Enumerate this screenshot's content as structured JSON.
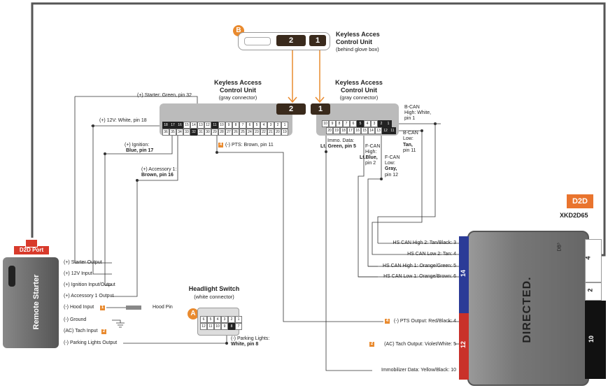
{
  "remote_starter": {
    "port_label": "D2D Port",
    "unit_label": "Remote Starter",
    "outputs": [
      "(+) Starter Output",
      "(+) 12V Input",
      "(+) Ignition Input/Output",
      "(+) Accessory 1 Output",
      "(-) Hood Input",
      "(-) Ground",
      "(AC) Tach Input",
      "(-) Parking Lights Output"
    ],
    "hood_pin_label": "Hood Pin"
  },
  "keyless_unit_b": {
    "marker": "B",
    "title": "Keyless Acces",
    "title2": "Control Unit",
    "subtitle": "(behind glove box)",
    "connector2": "2",
    "connector1": "1"
  },
  "keyless_gray_left": {
    "title": "Keyless Access",
    "title2": "Control Unit",
    "subtitle": "(gray connector)",
    "connector": "2",
    "pins_top": [
      "18",
      "17",
      "16",
      "15",
      "14",
      "13",
      "12",
      "11",
      "10",
      "9",
      "8",
      "7",
      "6",
      "5",
      "4",
      "3",
      "2",
      "1"
    ],
    "pins_bottom": [
      "36",
      "35",
      "34",
      "33",
      "32",
      "31",
      "30",
      "29",
      "28",
      "27",
      "26",
      "25",
      "24",
      "23",
      "22",
      "21",
      "20",
      "19"
    ],
    "labels": {
      "starter": "(+) Starter: Green, pin 32",
      "v12": "(+) 12V: White, pin 18",
      "ignition_1": "(+) Ignition:",
      "ignition_2": "Blue, pin 17",
      "accessory_1": "(+) Accessory 1:",
      "accessory_2": "Brown, pin 16",
      "pts": "(-) PTS: Brown, pin 11",
      "pts_badge": "4"
    }
  },
  "keyless_gray_right": {
    "title": "Keyless Access",
    "title2": "Control Unit",
    "subtitle": "(gray connector)",
    "connector": "1",
    "pins_top": [
      "10",
      "9",
      "8",
      "7",
      "6",
      "5",
      "4",
      "3",
      "2",
      "1"
    ],
    "pins_bottom": [
      "20",
      "19",
      "18",
      "17",
      "16",
      "15",
      "14",
      "13",
      "12",
      "11"
    ],
    "labels": {
      "immo_1": "Immo. Data:",
      "immo_2": "Lt. Green, pin 5",
      "fcan_high_1": "F-CAN",
      "fcan_high_2": "High:",
      "fcan_high_3": "Lt.Blue,",
      "fcan_high_4": "pin 2",
      "fcan_low_1": "F-CAN",
      "fcan_low_2": "Low:",
      "fcan_low_3": "Gray,",
      "fcan_low_4": "pin 12",
      "bcan_high_1": "B-CAN",
      "bcan_high_2": "High: White,",
      "bcan_high_3": "pin 1",
      "bcan_low_1": "B-CAN",
      "bcan_low_2": "Low:",
      "bcan_low_3": "Tan,",
      "bcan_low_4": "pin 11"
    }
  },
  "headlight_switch": {
    "marker": "A",
    "title": "Headlight Switch",
    "subtitle": "(white connector)",
    "pins_top": [
      "6",
      "5",
      "4",
      "3",
      "2",
      "1"
    ],
    "pins_bottom": [
      "12",
      "11",
      "10",
      "9",
      "8",
      "7"
    ],
    "label_1": "(-) Parking Lights:",
    "label_2": "White, pin 8"
  },
  "module": {
    "brand": "DIRECTED.",
    "model": "XKD2D65",
    "logo": "D2D",
    "db_label": "DB³",
    "port_14": "14",
    "port_12": "12",
    "port_10": "10",
    "port_4": "4",
    "port_2": "2",
    "outputs": [
      "HS CAN High 2: Tan/Black: 3",
      "HS CAN Low 2: Tan: 4",
      "HS CAN High 1: Orange/Green: 5",
      "HS CAN Low 1: Orange/Brown: 6",
      "(-) PTS Output: Red/Black: 4",
      "(AC) Tach Output: Violet/White: 5",
      "Immobilizer Data: Yellow/Black: 10"
    ],
    "pts_badge": "4",
    "tach_badge": "2"
  },
  "badges": {
    "hood": "1",
    "tach": "2"
  }
}
